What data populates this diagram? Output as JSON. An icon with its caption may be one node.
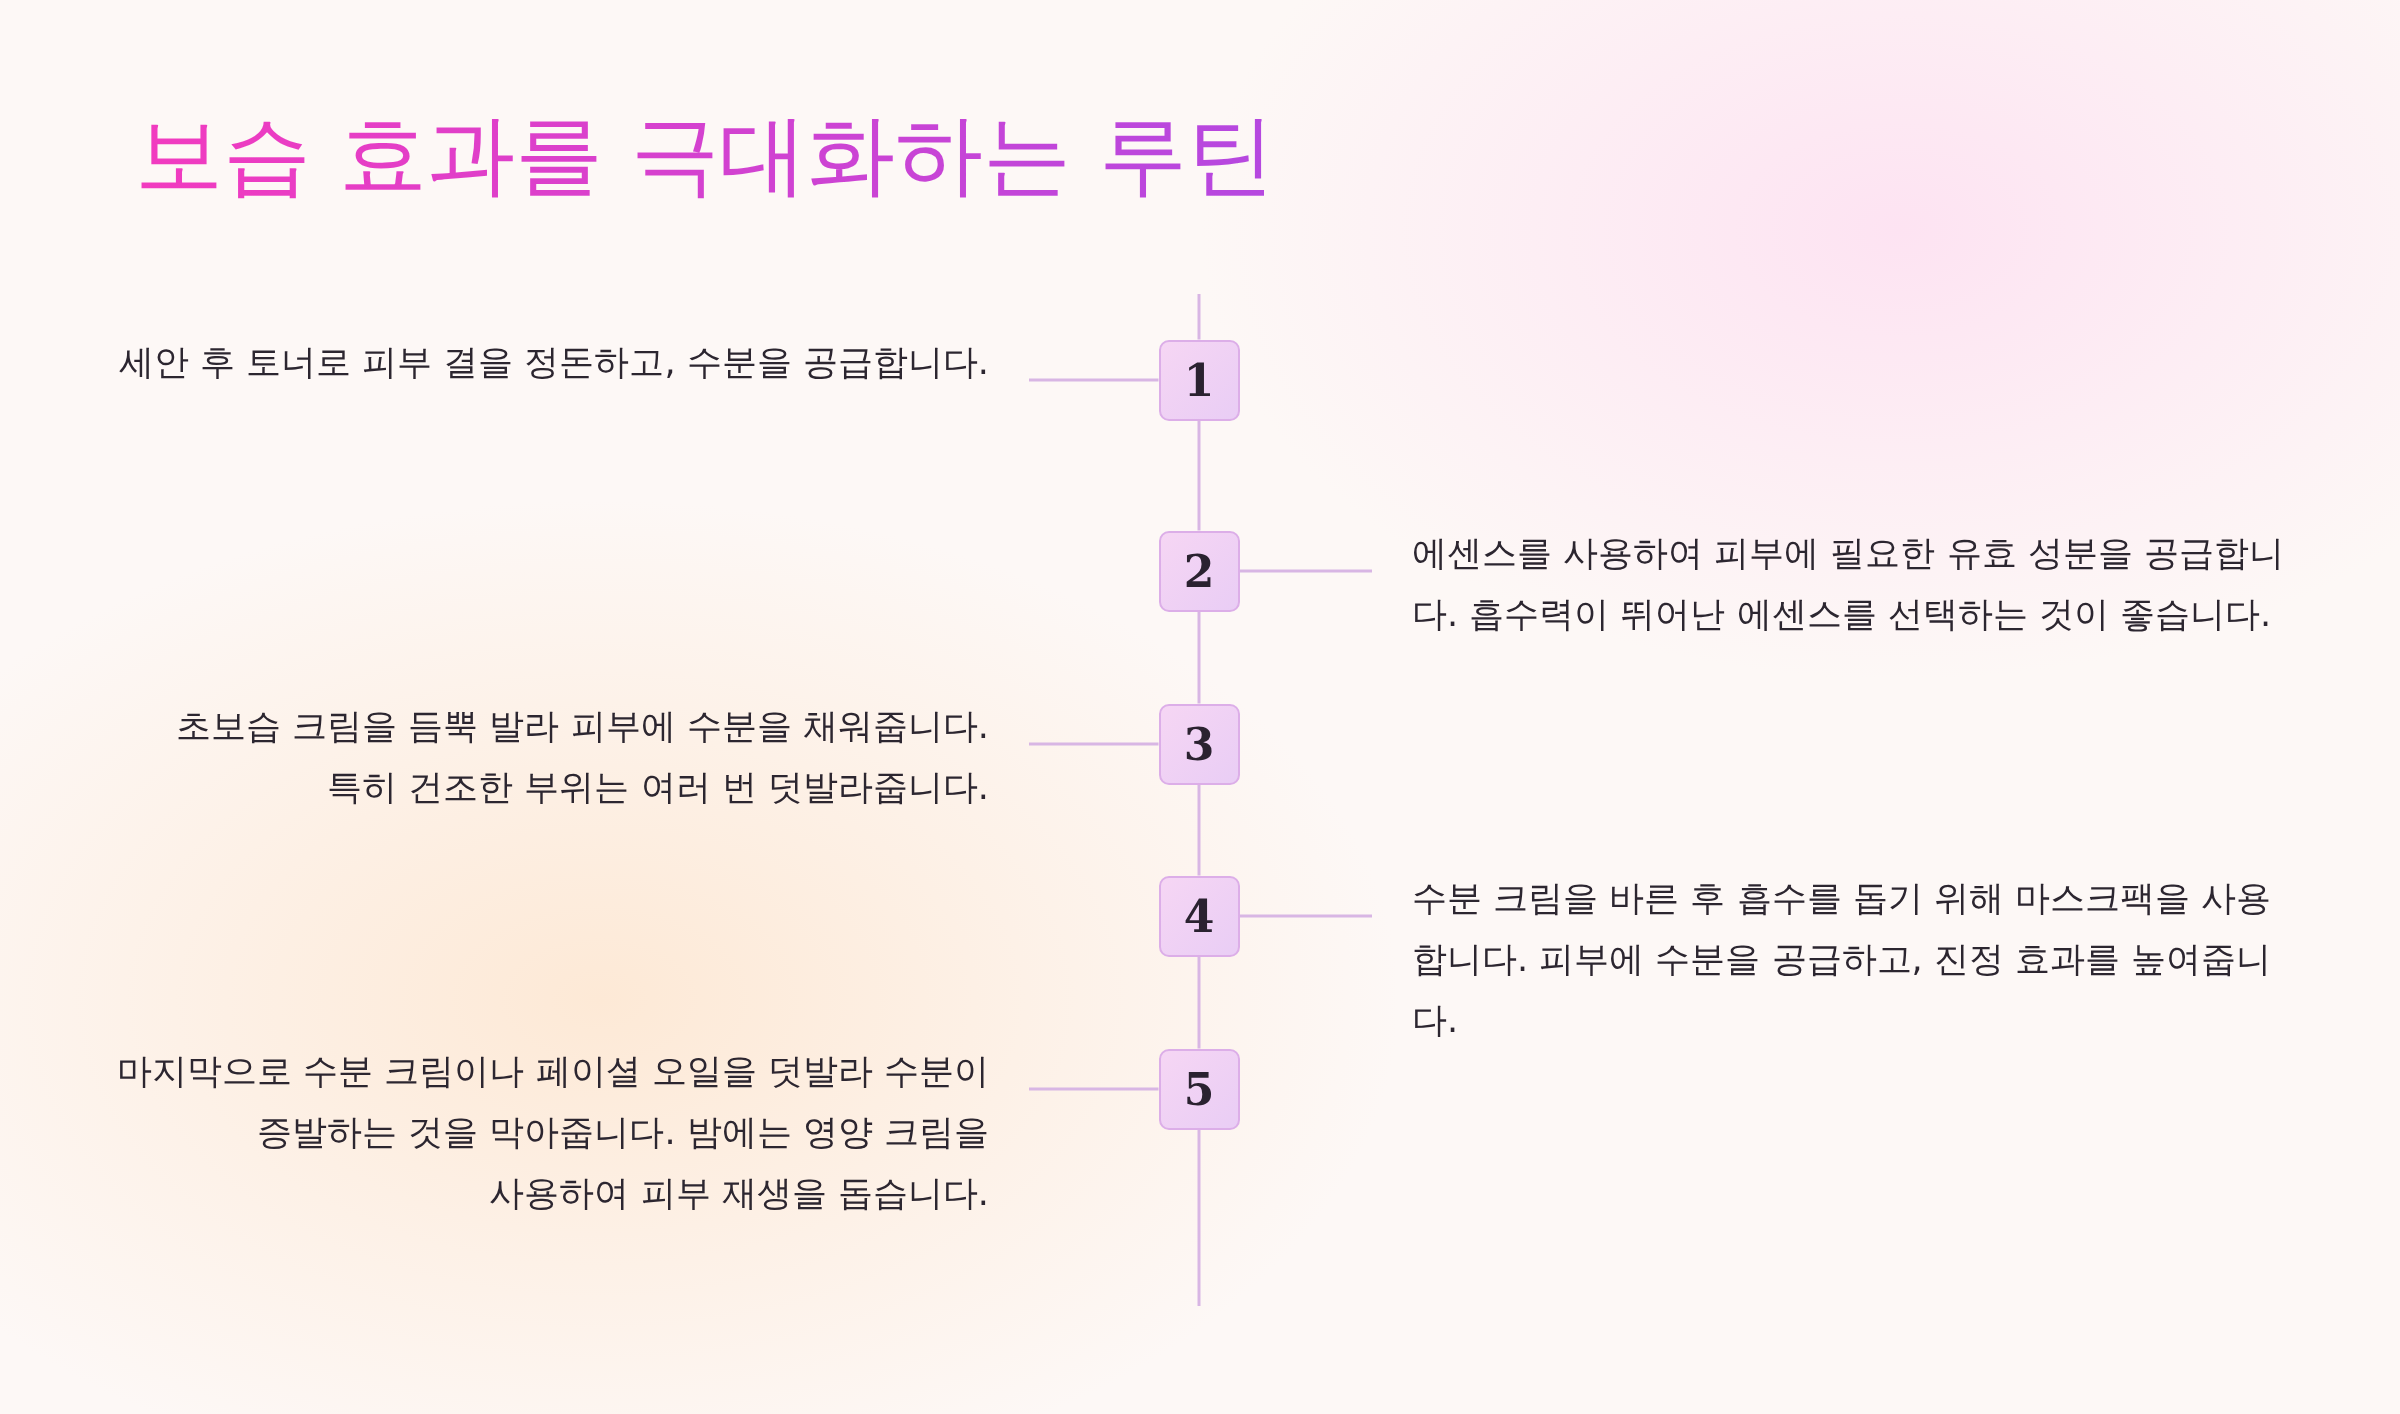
{
  "diagram": {
    "title": "보습 효과를 극대화하는 루틴",
    "nodes": [
      {
        "text": [
          "1"
        ]
      },
      {
        "text": [
          "세안 후 토너로 피부 결을 정돈하고, 수분을 공급합니다."
        ]
      },
      {
        "text": [
          "2"
        ]
      },
      {
        "text": [
          "에센스를 사용하여 피부에 필요한 유효 성분을 공급합니다. 흡수력이 뛰어난 에센스를 선택하는 것이 좋습니다."
        ]
      },
      {
        "text": [
          "3"
        ]
      },
      {
        "text": [
          "초보습 크림을 듬뿍 발라 피부에 수분을 채워줍니다. 특히 건조한 부위는 여러 번 덧발라줍니다."
        ]
      },
      {
        "text": [
          "4"
        ]
      },
      {
        "text": [
          "수분 크림을 바른 후 흡수를 돕기 위해 마스크팩을 사용합니다. 피부에 수분을 공급하고, 진정 효과를 높여줍니다."
        ]
      },
      {
        "text": [
          "5"
        ]
      },
      {
        "text": [
          "마지막으로 수분 크림이나 페이셜 오일을 덧발라 수분이 증발하는 것을 막아줍니다. 밤에는 영양 크림을 사용하여 피부 재생을 돕습니다."
        ]
      }
    ],
    "edges": [
      {
        "from": 1,
        "to": 0,
        "arrow": "none"
      },
      {
        "from": 3,
        "to": 2,
        "arrow": "none"
      },
      {
        "from": 5,
        "to": 4,
        "arrow": "none"
      },
      {
        "from": 7,
        "to": 6,
        "arrow": "none"
      },
      {
        "from": 9,
        "to": 8,
        "arrow": "none"
      },
      {
        "from": 0,
        "to": 2,
        "arrow": "none"
      },
      {
        "from": 2,
        "to": 4,
        "arrow": "none"
      },
      {
        "from": 4,
        "to": 6,
        "arrow": "none"
      },
      {
        "from": 6,
        "to": 8,
        "arrow": "none"
      }
    ]
  }
}
